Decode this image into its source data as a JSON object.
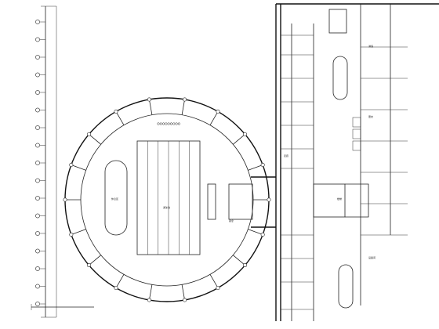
{
  "drawing": {
    "labels": {
      "pool": "游泳池",
      "lounge": "休息区",
      "sauna": "桑拿",
      "shower": "淋浴",
      "locker": "更衣",
      "stair": "楼梯",
      "corridor": "走廊",
      "equip": "设备间"
    }
  }
}
